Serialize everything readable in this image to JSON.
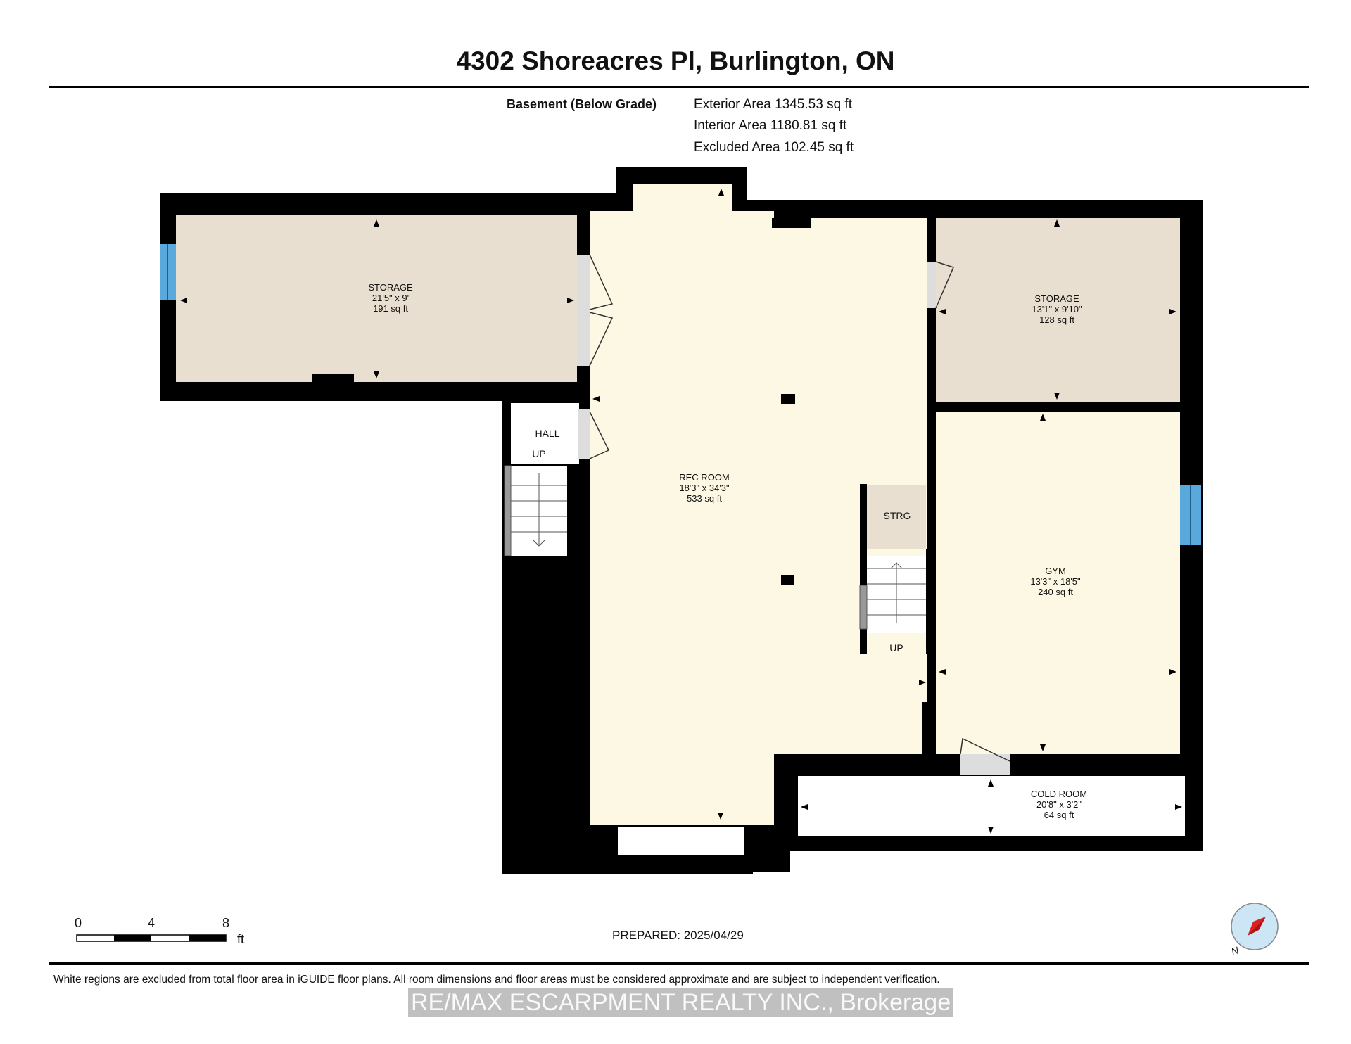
{
  "header": {
    "address": "4302 Shoreacres Pl, Burlington, ON",
    "level_label": "Basement (Below Grade)",
    "exterior_area": "Exterior Area 1345.53 sq ft",
    "interior_area": "Interior Area 1180.81 sq ft",
    "excluded_area": "Excluded Area 102.45 sq ft"
  },
  "rooms": {
    "storage_left": {
      "name": "STORAGE",
      "dims": "21'5\" x 9'",
      "area": "191 sq ft"
    },
    "storage_right": {
      "name": "STORAGE",
      "dims": "13'1\" x 9'10\"",
      "area": "128 sq ft"
    },
    "rec_room": {
      "name": "REC ROOM",
      "dims": "18'3\" x 34'3\"",
      "area": "533 sq ft"
    },
    "gym": {
      "name": "GYM",
      "dims": "13'3\" x 18'5\"",
      "area": "240 sq ft"
    },
    "cold_room": {
      "name": "COLD ROOM",
      "dims": "20'8\" x 3'2\"",
      "area": "64 sq ft"
    },
    "hall": {
      "name": "HALL"
    },
    "strg": {
      "name": "STRG"
    },
    "stairs_left_label": "UP",
    "stairs_center_label": "UP"
  },
  "scale_bar": {
    "ticks": [
      "0",
      "4",
      "8"
    ],
    "unit": "ft"
  },
  "compass": {
    "label": "N"
  },
  "footer": {
    "prepared": "PREPARED: 2025/04/29",
    "disclaimer": "White regions are excluded from total floor area in iGUIDE floor plans. All room dimensions and floor areas must be considered approximate and are subject to independent verification.",
    "watermark": "RE/MAX ESCARPMENT REALTY INC., Brokerage"
  },
  "colors": {
    "wall": "#000000",
    "storage_fill": "#e8dfd0",
    "living_fill": "#fdf8e4",
    "window": "#5aa9dd",
    "door": "#dddddd",
    "compass_bg": "#cde6f5",
    "compass_arrow": "#e01e1e"
  }
}
